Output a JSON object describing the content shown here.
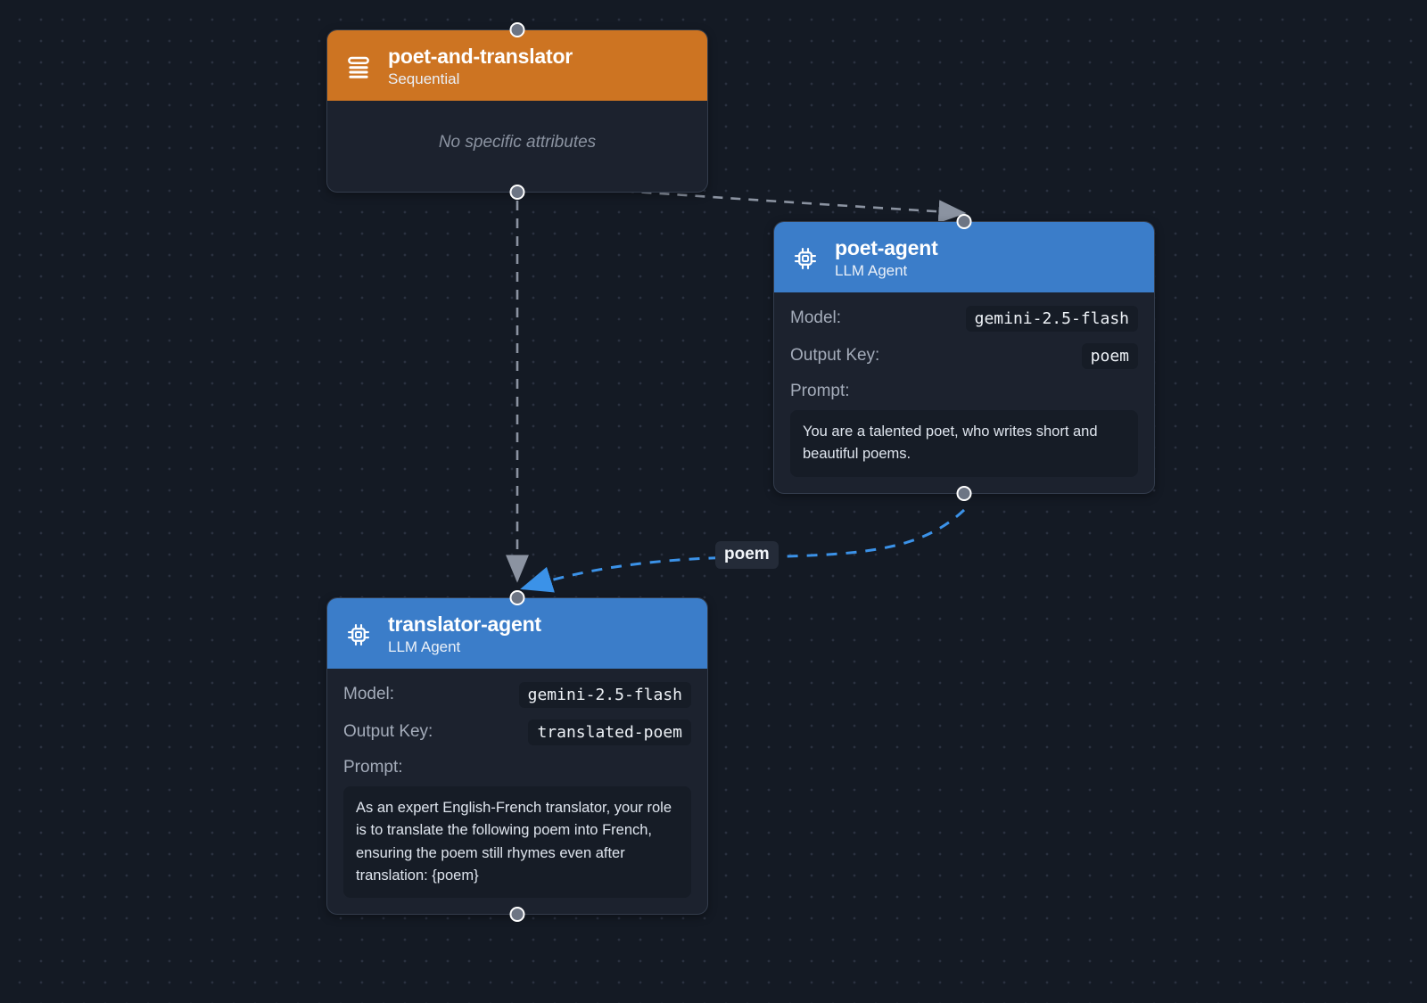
{
  "canvas": {
    "background_color": "#141a24",
    "dot_color": "#2a3140"
  },
  "colors": {
    "sequential_accent": "#cd7422",
    "llm_agent_accent": "#3b7dc9",
    "node_body": "#1c222e",
    "edge_gray": "#8b93a1",
    "edge_blue": "#3b92e8"
  },
  "nodes": [
    {
      "id": "poet-and-translator",
      "title": "poet-and-translator",
      "subtitle": "Sequential",
      "icon": "list-lines-icon",
      "accent": "#cd7422",
      "empty_text": "No specific attributes"
    },
    {
      "id": "poet-agent",
      "title": "poet-agent",
      "subtitle": "LLM Agent",
      "icon": "cpu-chip-icon",
      "accent": "#3b7dc9",
      "attrs": [
        {
          "label": "Model:",
          "value": "gemini-2.5-flash"
        },
        {
          "label": "Output Key:",
          "value": "poem"
        }
      ],
      "prompt_label": "Prompt:",
      "prompt": "You are a talented poet, who writes short and beautiful poems."
    },
    {
      "id": "translator-agent",
      "title": "translator-agent",
      "subtitle": "LLM Agent",
      "icon": "cpu-chip-icon",
      "accent": "#3b7dc9",
      "attrs": [
        {
          "label": "Model:",
          "value": "gemini-2.5-flash"
        },
        {
          "label": "Output Key:",
          "value": "translated-poem"
        }
      ],
      "prompt_label": "Prompt:",
      "prompt": "As an expert English-French translator, your role is to translate the following poem into French, ensuring the poem still rhymes even after translation: {poem}"
    }
  ],
  "edges": [
    {
      "id": "seq-to-poet",
      "from": "poet-and-translator",
      "to": "poet-agent",
      "style": "dashed",
      "color": "#8b93a1",
      "label": ""
    },
    {
      "id": "seq-to-translator",
      "from": "poet-and-translator",
      "to": "translator-agent",
      "style": "dashed",
      "color": "#8b93a1",
      "label": ""
    },
    {
      "id": "poet-to-translator",
      "from": "poet-agent",
      "to": "translator-agent",
      "style": "dashed",
      "color": "#3b92e8",
      "label": "poem"
    }
  ]
}
